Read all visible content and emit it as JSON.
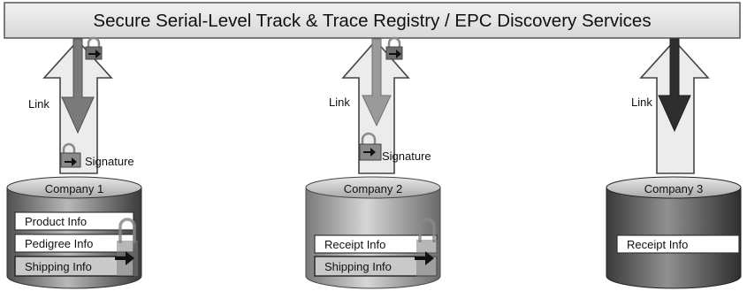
{
  "registry": {
    "title": "Secure Serial-Level Track & Trace Registry / EPC Discovery Services"
  },
  "companies": [
    {
      "name": "Company 1",
      "link_label": "Link",
      "signature_label": "Signature",
      "records": [
        {
          "label": "Product Info"
        },
        {
          "label": "Pedigree Info"
        },
        {
          "label": "Shipping Info",
          "highlighted": true
        }
      ]
    },
    {
      "name": "Company 2",
      "link_label": "Link",
      "signature_label": "Signature",
      "records": [
        {
          "label": "Receipt Info"
        },
        {
          "label": "Shipping Info",
          "highlighted": true
        }
      ]
    },
    {
      "name": "Company 3",
      "link_label": "Link",
      "records": [
        {
          "label": "Receipt Info"
        }
      ]
    }
  ],
  "icons": {
    "lock": "padlock-icon",
    "arrow": "arrow-right-icon"
  },
  "colors": {
    "registry_fill": "#e6e6e6",
    "cylinder_dark": "#3c3c3c",
    "cylinder_light": "#b4b4b4",
    "arrow_outline_fill": "#ededed",
    "link_arrow": "#707070",
    "link_arrow_dark": "#303030",
    "highlight_record": "#c8c8c8"
  }
}
